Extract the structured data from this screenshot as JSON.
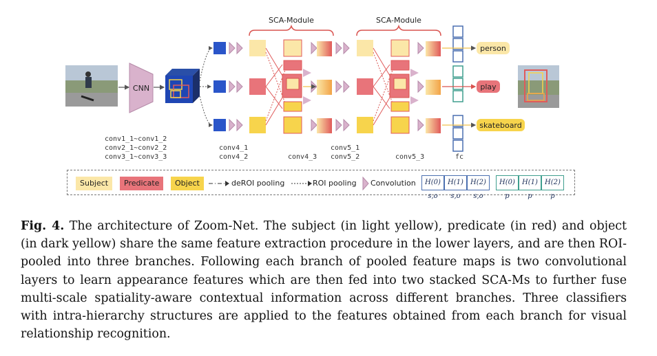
{
  "diagram": {
    "modules": [
      "SCA-Module",
      "SCA-Module"
    ],
    "cnn_label": "CNN",
    "left_layers": [
      "conv1_1~conv1_2",
      "conv2_1~conv2_2",
      "conv3_1~conv3_3"
    ],
    "conv4": [
      "conv4_1",
      "conv4_2"
    ],
    "conv4_3": "conv4_3",
    "conv5": [
      "conv5_1",
      "conv5_2"
    ],
    "conv5_3": "conv5_3",
    "fc": "fc",
    "outputs": [
      "person",
      "play",
      "skateboard"
    ],
    "colors": {
      "subject": "#fbe7a8",
      "predicate": "#e8747a",
      "object": "#f7d44c",
      "cnn": "#d9b2cc",
      "brace": "#d9534f",
      "h_blue": "#4a6fb0",
      "h_teal": "#3e9e8e"
    }
  },
  "legend": {
    "subject": "Subject",
    "predicate": "Predicate",
    "object": "Object",
    "deroi": "deROI pooling",
    "roi": "ROI pooling",
    "conv": "Convolution",
    "h_so": [
      "H(0) s,o",
      "H(1) s,o",
      "H(2) s,o"
    ],
    "h_p": [
      "H(0) p",
      "H(1) p",
      "H(2) p"
    ]
  },
  "caption": {
    "label": "Fig. 4.",
    "text": "The architecture of Zoom-Net. The subject (in light yellow), predicate (in red) and object (in dark yellow) share the same feature extraction procedure in the lower layers, and are then ROI-pooled into three branches. Following each branch of pooled feature maps is two convolutional layers to learn appearance features which are then fed into two stacked SCA-Ms to further fuse multi-scale spatiality-aware contextual information across different branches. Three classifiers with intra-hierarchy structures are applied to the features obtained from each branch for visual relationship recognition."
  }
}
